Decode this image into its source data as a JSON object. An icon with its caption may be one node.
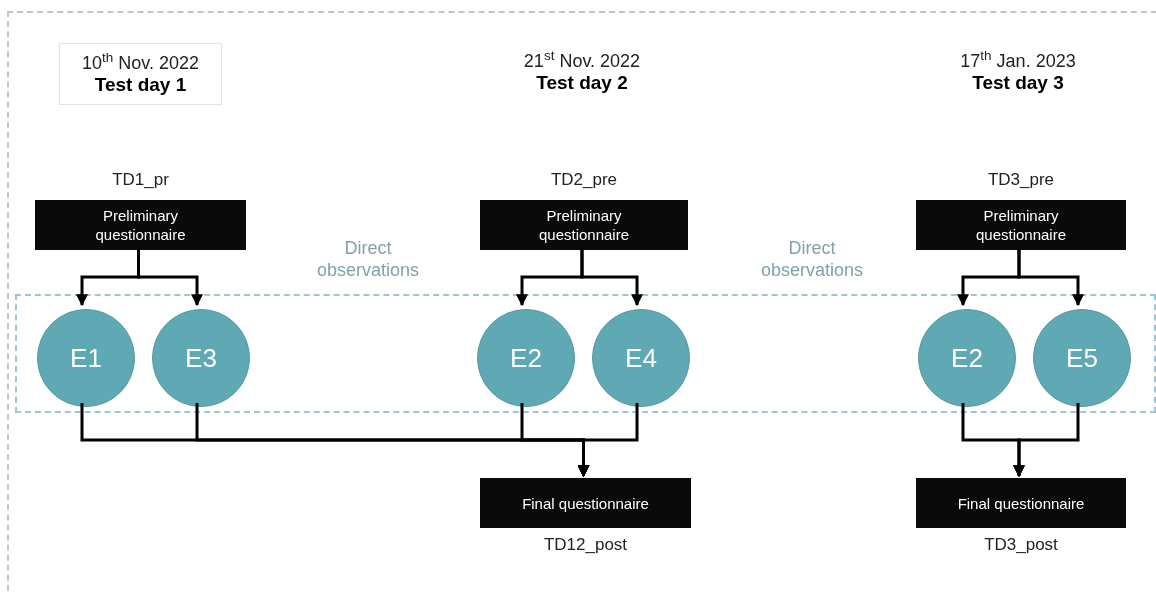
{
  "diagram": {
    "nodes": [
      {
        "text": [],
        "shape": "box"
      },
      {
        "text": [
          "10$^{th}$ Nov. 2022",
          "Test day 1"
        ],
        "in": 0
      },
      {
        "text": [],
        "shape": "box",
        "in": 0
      },
      {
        "text": [
          "Preliminary questionnaire"
        ],
        "beside": [
          "TD1_pr"
        ],
        "in": 0
      },
      {
        "text": [
          "Preliminary questionnaire"
        ],
        "beside": [
          "TD2_pre"
        ],
        "in": 0
      },
      {
        "text": [
          "Preliminary questionnaire"
        ],
        "beside": [
          "TD3_pre"
        ],
        "in": 0
      },
      {
        "text": [
          "E1"
        ],
        "in": 2
      },
      {
        "text": [
          "E3"
        ],
        "in": 2
      },
      {
        "text": [
          "E2"
        ],
        "in": 2
      },
      {
        "text": [
          "E4"
        ],
        "in": 2
      },
      {
        "text": [
          "E2"
        ],
        "in": 2
      },
      {
        "text": [
          "E5"
        ],
        "in": 2
      },
      {
        "text": [
          "Final questionnaire"
        ],
        "beside": [
          "TD12_post"
        ],
        "in": 0
      },
      {
        "text": [
          "Final questionnaire"
        ],
        "beside": [
          "TD3_post"
        ],
        "in": 0
      }
    ],
    "edges": [
      {
        "from": 3,
        "to": 6,
        "arrow": "to"
      },
      {
        "from": 3,
        "to": 7,
        "arrow": "to"
      },
      {
        "from": 4,
        "to": 8,
        "arrow": "to"
      },
      {
        "from": 4,
        "to": 9,
        "arrow": "to"
      },
      {
        "from": 5,
        "to": 10,
        "arrow": "to"
      },
      {
        "from": 5,
        "to": 11,
        "arrow": "to"
      },
      {
        "from": 6,
        "to": 12,
        "arrow": "to"
      },
      {
        "from": 7,
        "to": 12,
        "arrow": "to"
      },
      {
        "from": 8,
        "to": 12,
        "arrow": "to"
      },
      {
        "from": 9,
        "to": 12,
        "arrow": "to"
      },
      {
        "from": 10,
        "to": 13,
        "arrow": "to"
      },
      {
        "from": 11,
        "to": 13,
        "arrow": "to"
      }
    ],
    "labels": [
      "21$^{st}$ Nov. 2022",
      "Test day 2",
      "17$^{th}$ Jan. 2023",
      "Test day 3",
      "Direct observations",
      "Direct observations"
    ]
  }
}
